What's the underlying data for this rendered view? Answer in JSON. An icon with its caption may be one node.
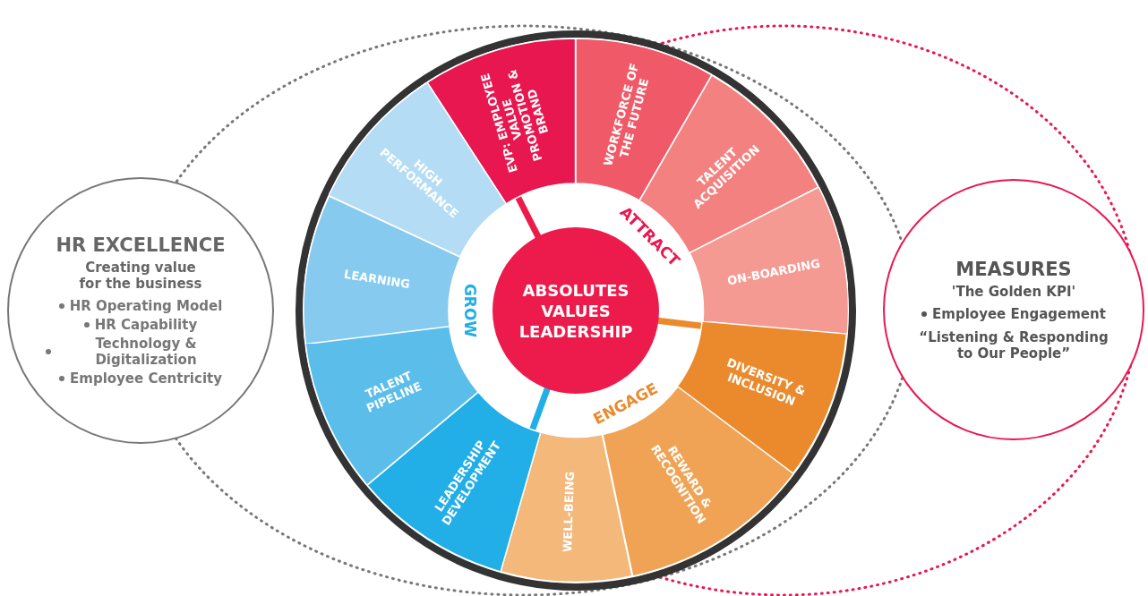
{
  "diagram": {
    "nodes": [
      {
        "text": [
          "HR EXCELLENCE",
          "Creating value for the business",
          "HR Operating Model",
          "HR Capability",
          "Technology & Digitalization",
          "Employee Centricity"
        ]
      },
      {
        "text": [
          "ABSOLUTES VALUES LEADERSHIP"
        ]
      },
      {
        "text": [
          "EVP: EMPLOYEE VALUE PROMOTION & BRAND"
        ]
      },
      {
        "text": [
          "WORKFORCE OF THE FUTURE"
        ]
      },
      {
        "text": [
          "TALENT ACQUISITION"
        ]
      },
      {
        "text": [
          "ON-BOARDING"
        ]
      },
      {
        "text": [
          "DIVERSITY & INCLUSION"
        ]
      },
      {
        "text": [
          "REWARD & RECOGNITION"
        ]
      },
      {
        "text": [
          "WELL-BEING"
        ]
      },
      {
        "text": [
          "LEADERSHIP DEVELOPMENT"
        ]
      },
      {
        "text": [
          "TALENT PIPELINE"
        ]
      },
      {
        "text": [
          "LEARNING"
        ]
      },
      {
        "text": [
          "HIGH PERFORMANCE"
        ]
      },
      {
        "text": [
          "MEASURES",
          "'The Golden KPI'",
          "Employee Engagement",
          "“Listening & Responding to Our People”"
        ]
      }
    ],
    "edges": [],
    "labels": [
      "ATTRACT",
      "ENGAGE",
      "GROW"
    ]
  }
}
